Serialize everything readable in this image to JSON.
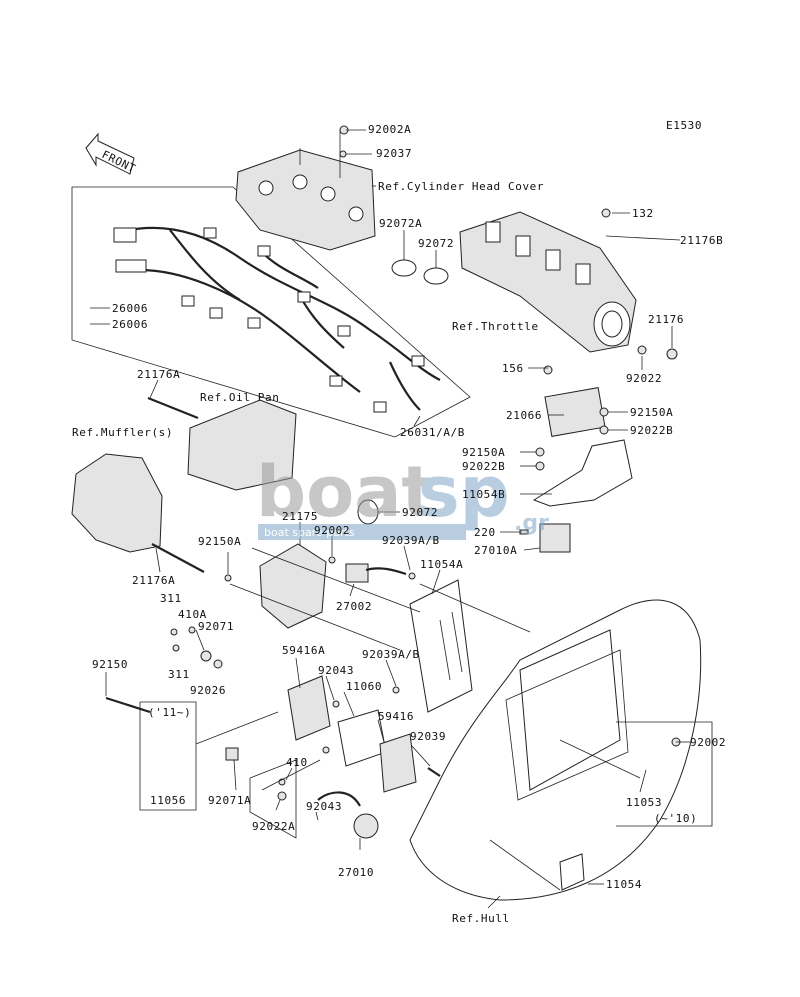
{
  "figure_code": "E1530",
  "front_label": "FRONT",
  "watermark": {
    "brand_a": "boat",
    "brand_b": "sp",
    "suffix": ".gr",
    "tagline": "boat spare parts"
  },
  "references": {
    "cylinder_head_cover": "Ref.Cylinder Head Cover",
    "throttle": "Ref.Throttle",
    "oil_pan": "Ref.Oil Pan",
    "muffler": "Ref.Muffler(s)",
    "hull": "Ref.Hull"
  },
  "parts": {
    "p92002A": "92002A",
    "p92037": "92037",
    "p132": "132",
    "p21176B": "21176B",
    "p92072A": "92072A",
    "p92072a": "92072",
    "p26006a": "26006",
    "p26006b": "26006",
    "p21176": "21176",
    "p92022": "92022",
    "p156": "156",
    "p21066": "21066",
    "p92150A_r": "92150A",
    "p92022B_r": "92022B",
    "p92150A_m": "92150A",
    "p92022B_m": "92022B",
    "p11054B": "11054B",
    "p21176A_t": "21176A",
    "p26031": "26031/A/B",
    "p92072b": "92072",
    "p21175": "21175",
    "p92002": "92002",
    "p92039AB_t": "92039A/B",
    "p220": "220",
    "p27010A": "27010A",
    "p92150A_l": "92150A",
    "p11054A": "11054A",
    "p21176A_b": "21176A",
    "p27002": "27002",
    "p311a": "311",
    "p410A": "410A",
    "p92071": "92071",
    "p311b": "311",
    "p92026": "92026",
    "p92039AB_m": "92039A/B",
    "p59416A": "59416A",
    "p92043a": "92043",
    "p11060": "11060",
    "p92150": "92150",
    "p11_note": "('11~)",
    "p59416": "59416",
    "p92039": "92039",
    "p410": "410",
    "p92043b": "92043",
    "p92002_r": "92002",
    "p11056": "11056",
    "p92071A": "92071A",
    "p92022A": "92022A",
    "p11053": "11053",
    "p10_note": "(~'10)",
    "p27010": "27010",
    "p11054": "11054"
  }
}
